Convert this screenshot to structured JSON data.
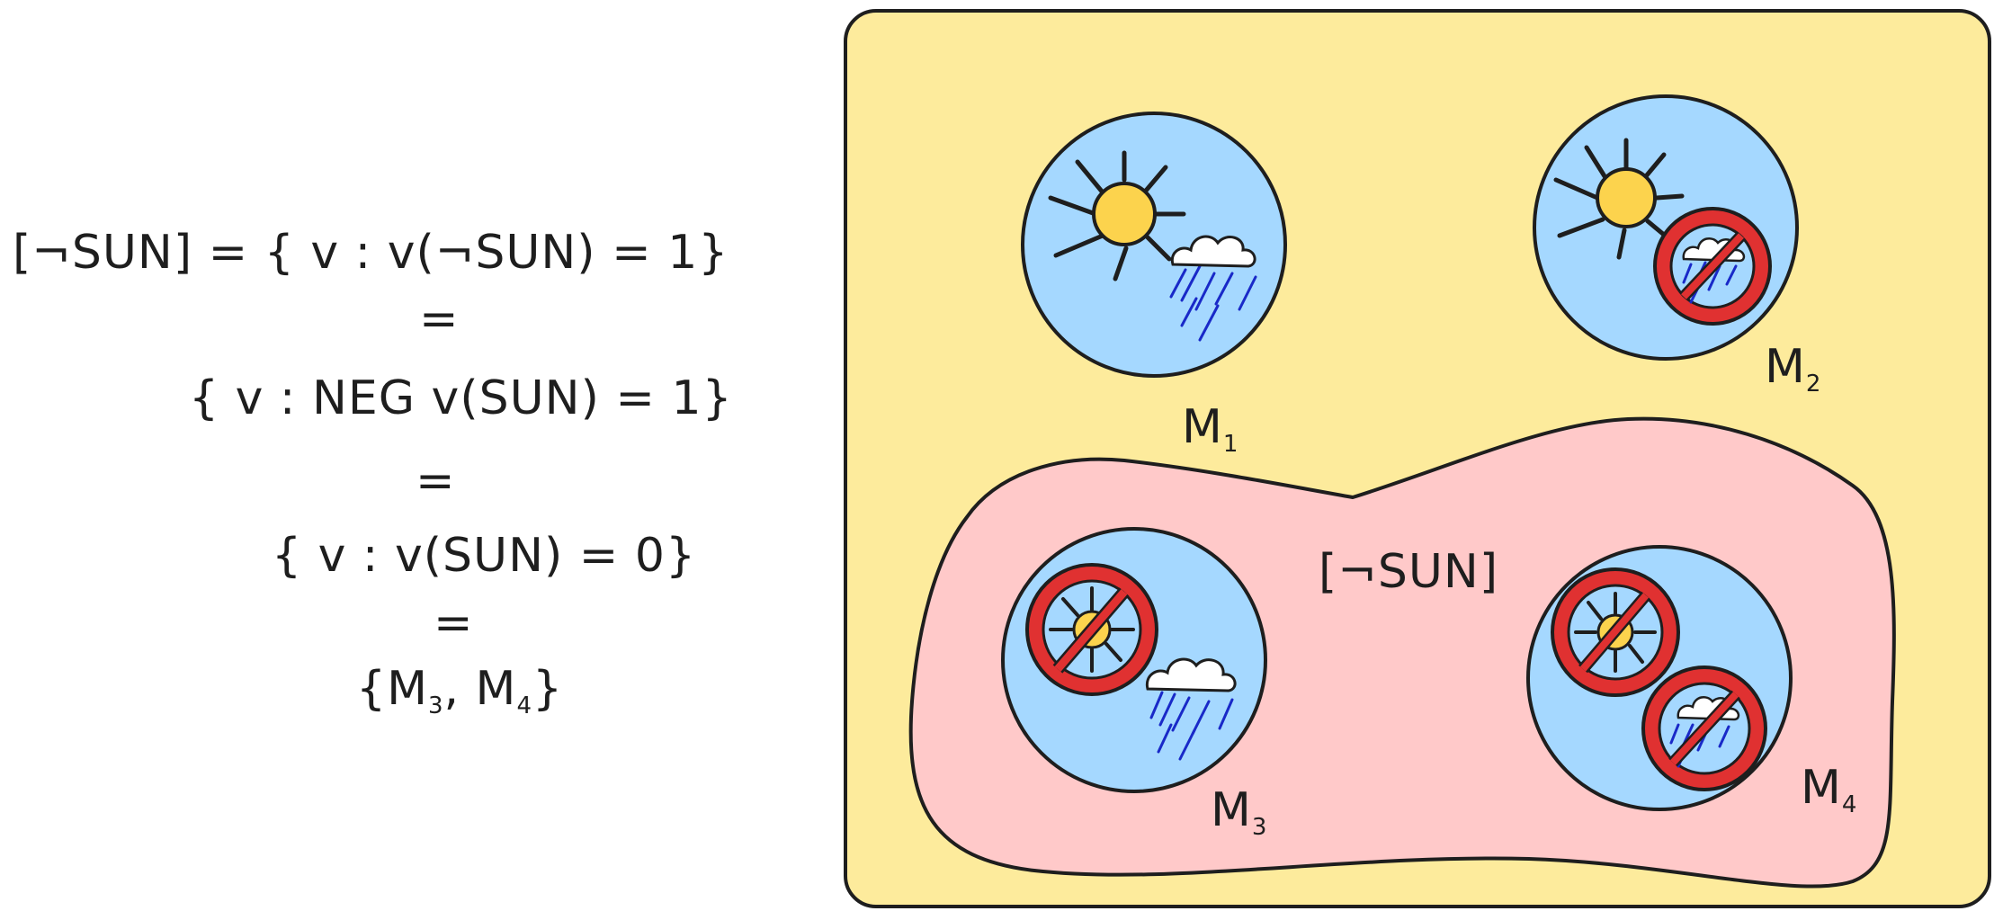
{
  "derivation": {
    "line1": "[¬SUN] = { v : v(¬SUN) = 1}",
    "eq1": "=",
    "line2": "{ v : NEG v(SUN) = 1}",
    "eq2": "=",
    "line3": "{ v : v(SUN) = 0}",
    "eq3": "=",
    "line4_open": "{M",
    "line4_sub3": "3",
    "line4_mid": ", M",
    "line4_sub4": "4",
    "line4_close": "}"
  },
  "region_label": "[¬SUN]",
  "models": [
    {
      "letter": "M",
      "index": "1",
      "sun": true,
      "rain": true
    },
    {
      "letter": "M",
      "index": "2",
      "sun": true,
      "rain": false
    },
    {
      "letter": "M",
      "index": "3",
      "sun": false,
      "rain": true
    },
    {
      "letter": "M",
      "index": "4",
      "sun": false,
      "rain": false
    }
  ],
  "colors": {
    "universe_fill": "#fdeb9c",
    "region_fill": "#ffc9c9",
    "world_fill": "#a5d8ff",
    "sun_fill": "#fcd34d",
    "prohibit_red": "#e03131",
    "rain_blue": "#1929c8",
    "stroke": "#1e1e1e"
  }
}
